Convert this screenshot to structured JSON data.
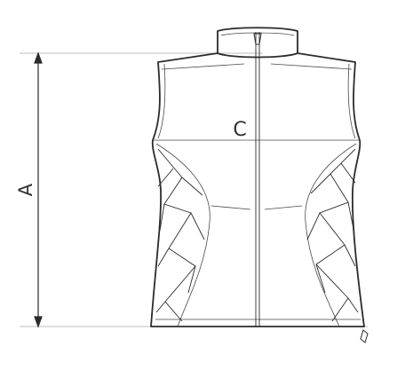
{
  "diagram": {
    "kind": "garment technical flat sketch",
    "subject": "vest",
    "labels": {
      "height": "A",
      "chest": "C"
    },
    "colors": {
      "outline": "#2b2b2b",
      "guide": "#8a8a8a",
      "label": "#333333",
      "background": "#ffffff"
    }
  }
}
